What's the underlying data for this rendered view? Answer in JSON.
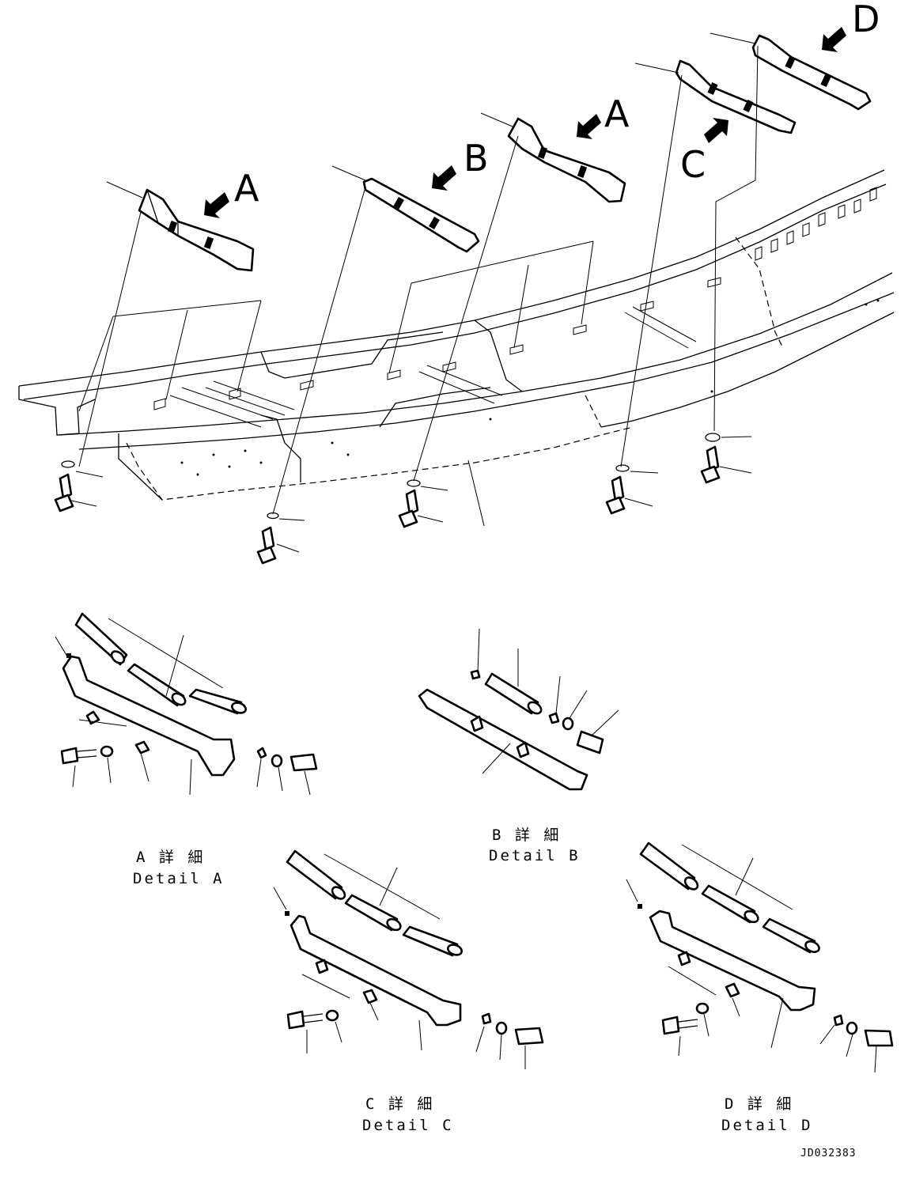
{
  "view_letters": {
    "a1": "A",
    "b1": "B",
    "a2": "A",
    "c1": "C",
    "d1": "D"
  },
  "details": {
    "a": {
      "jp": "A 詳 細",
      "en": "Detail A"
    },
    "b": {
      "jp": "B 詳 細",
      "en": "Detail B"
    },
    "c": {
      "jp": "C 詳 細",
      "en": "Detail C"
    },
    "d": {
      "jp": "D 詳 細",
      "en": "Detail D"
    }
  },
  "drawing_code": "JD032383"
}
